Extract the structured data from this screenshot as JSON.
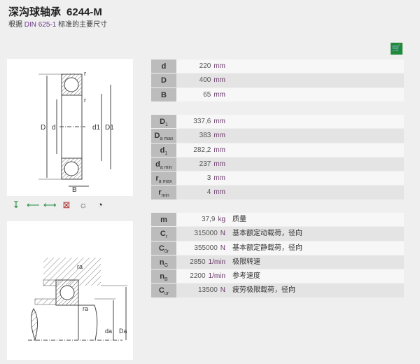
{
  "header": {
    "title": "深沟球轴承",
    "code": "6244-M",
    "sub_prefix": "根据",
    "sub_link": "DIN 625-1",
    "sub_suffix": "标准的主要尺寸"
  },
  "cart_icon": "shopping-cart-icon",
  "diagram1": {
    "labels": [
      "D",
      "d",
      "d1",
      "D1",
      "B",
      "r",
      "r"
    ]
  },
  "diagram2": {
    "labels": [
      "ra",
      "ra",
      "da",
      "Da"
    ]
  },
  "group1": [
    {
      "label": "d",
      "sub": "",
      "value": "220",
      "unit": "mm",
      "desc": ""
    },
    {
      "label": "D",
      "sub": "",
      "value": "400",
      "unit": "mm",
      "desc": ""
    },
    {
      "label": "B",
      "sub": "",
      "value": "65",
      "unit": "mm",
      "desc": ""
    }
  ],
  "group2": [
    {
      "label": "D",
      "sub": "1",
      "value": "337,6",
      "unit": "mm",
      "desc": ""
    },
    {
      "label": "D",
      "sub": "a max",
      "value": "383",
      "unit": "mm",
      "desc": ""
    },
    {
      "label": "d",
      "sub": "1",
      "value": "282,2",
      "unit": "mm",
      "desc": ""
    },
    {
      "label": "d",
      "sub": "a min",
      "value": "237",
      "unit": "mm",
      "desc": ""
    },
    {
      "label": "r",
      "sub": "a max",
      "value": "3",
      "unit": "mm",
      "desc": ""
    },
    {
      "label": "r",
      "sub": "min",
      "value": "4",
      "unit": "mm",
      "desc": ""
    }
  ],
  "group3": [
    {
      "label": "m",
      "sub": "",
      "value": "37,9",
      "unit": "kg",
      "desc": "质量"
    },
    {
      "label": "C",
      "sub": "r",
      "value": "315000",
      "unit": "N",
      "desc": "基本额定动载荷，径向"
    },
    {
      "label": "C",
      "sub": "0r",
      "value": "355000",
      "unit": "N",
      "desc": "基本额定静载荷，径向"
    },
    {
      "label": "n",
      "sub": "G",
      "value": "2850",
      "unit": "1/min",
      "desc": "极限转速"
    },
    {
      "label": "n",
      "sub": "B",
      "value": "2200",
      "unit": "1/min",
      "desc": "参考速度"
    },
    {
      "label": "C",
      "sub": "ur",
      "value": "13500",
      "unit": "N",
      "desc": "疲劳极限载荷，径向"
    }
  ]
}
